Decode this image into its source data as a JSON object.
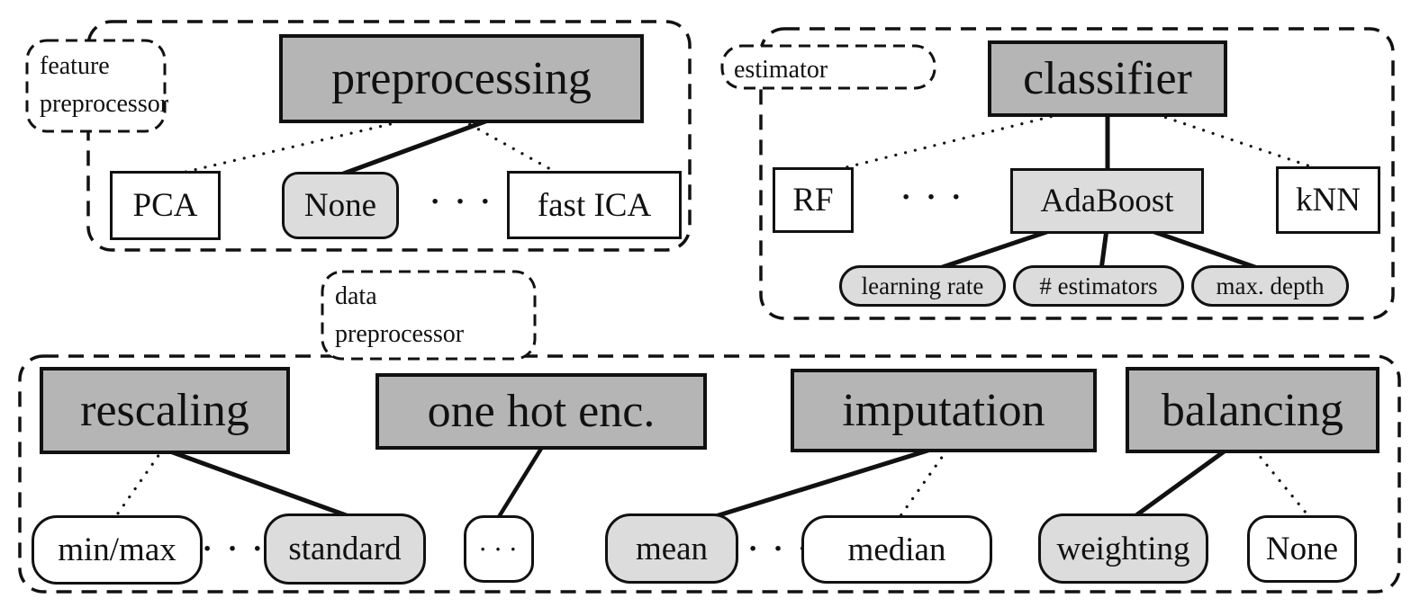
{
  "figure": {
    "colors": {
      "group_fill": "#b5b5b5",
      "selected_fill": "#dcdcdc",
      "option_fill": "#ffffff",
      "line": "#111111"
    },
    "feature_preprocessor": {
      "group_label_line1": "feature",
      "group_label_line2": "preprocessor",
      "root": "preprocessing",
      "options": [
        "PCA",
        "None",
        "fast ICA"
      ],
      "ellipsis": "· · ·"
    },
    "estimator": {
      "group_label": "estimator",
      "root": "classifier",
      "options": [
        "RF",
        "AdaBoost",
        "kNN"
      ],
      "ellipsis": "· · ·",
      "hyperparameters": [
        "learning rate",
        "# estimators",
        "max. depth"
      ]
    },
    "data_preprocessor": {
      "group_label_line1": "data",
      "group_label_line2": "preprocessor",
      "rescaling": {
        "root": "rescaling",
        "options": [
          "min/max",
          "standard"
        ],
        "ellipsis": "· · ·"
      },
      "one_hot": {
        "root": "one hot enc.",
        "ellipsis": "· · ·"
      },
      "imputation": {
        "root": "imputation",
        "options": [
          "mean",
          "median"
        ],
        "ellipsis": "· · ·"
      },
      "balancing": {
        "root": "balancing",
        "options": [
          "weighting",
          "None"
        ]
      }
    }
  }
}
